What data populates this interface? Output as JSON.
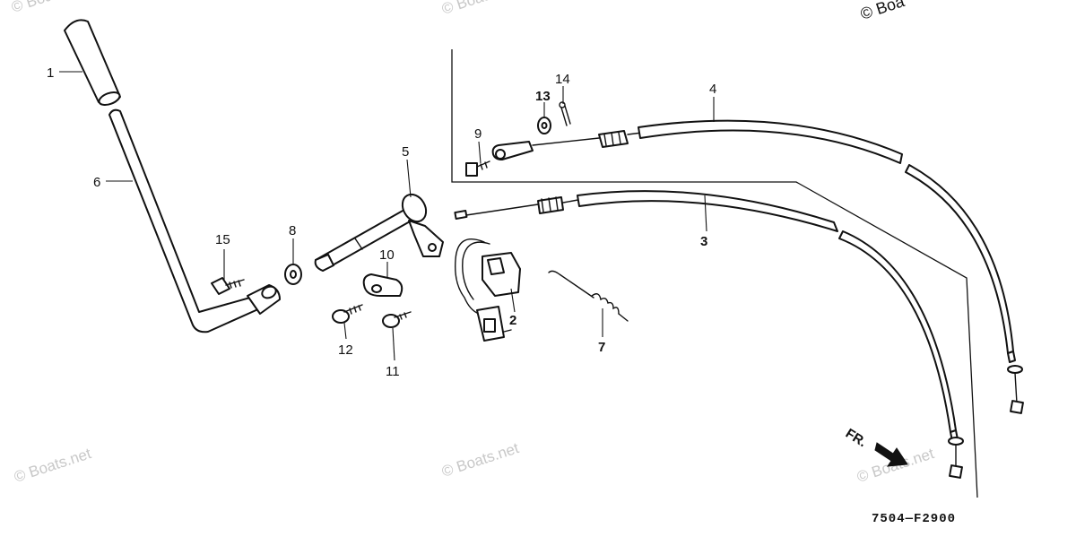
{
  "watermark": "© Boats.net",
  "watermark_partial_top_right": "© Boa",
  "diagram_code": "7504—F2900",
  "direction_label": "FR.",
  "colors": {
    "line": "#111111",
    "watermark": "#c8c8c8",
    "background": "#ffffff"
  },
  "callouts": [
    {
      "id": "1",
      "label": "1"
    },
    {
      "id": "2",
      "label": "2"
    },
    {
      "id": "3",
      "label": "3"
    },
    {
      "id": "4",
      "label": "4"
    },
    {
      "id": "5",
      "label": "5"
    },
    {
      "id": "6",
      "label": "6"
    },
    {
      "id": "7",
      "label": "7"
    },
    {
      "id": "8",
      "label": "8"
    },
    {
      "id": "9",
      "label": "9"
    },
    {
      "id": "10",
      "label": "10"
    },
    {
      "id": "11",
      "label": "11"
    },
    {
      "id": "12",
      "label": "12"
    },
    {
      "id": "13",
      "label": "13"
    },
    {
      "id": "14",
      "label": "14"
    },
    {
      "id": "15",
      "label": "15"
    }
  ]
}
